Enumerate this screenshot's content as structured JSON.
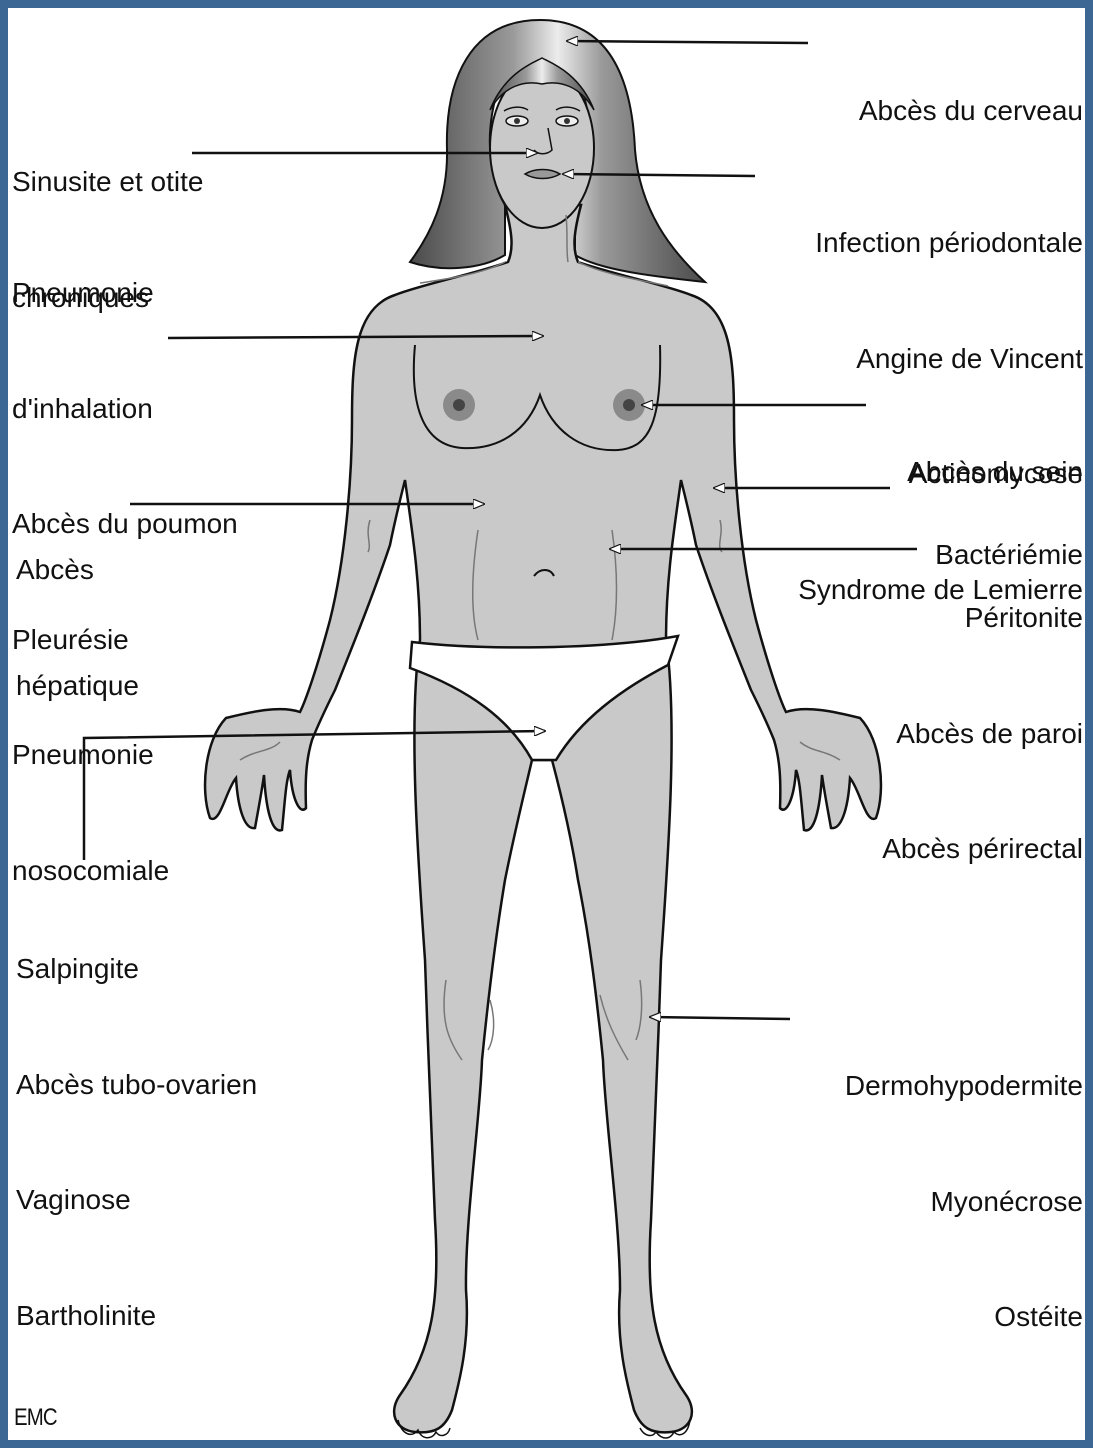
{
  "colors": {
    "frame": "#3c6694",
    "skin": "#c9c9c9",
    "hair_dark": "#555555",
    "hair_light": "#e8e8e8",
    "areola": "#8a8a8a",
    "underwear": "#ffffff",
    "outline": "#111111"
  },
  "labels": {
    "brain": [
      "Abcès du cerveau"
    ],
    "sinus": [
      "Sinusite et otite",
      "chroniques"
    ],
    "mouth": [
      "Infection périodontale",
      "Angine de Vincent",
      "Actinomycose",
      "Syndrome de Lemierre"
    ],
    "lung": [
      "Pneumonie",
      "d'inhalation",
      "Abcès du poumon",
      "Pleurésie",
      "Pneumonie",
      "nosocomiale"
    ],
    "breast": [
      "Abcès du sein"
    ],
    "blood": [
      "Bactériémie"
    ],
    "liver": [
      "Abcès",
      "hépatique"
    ],
    "abdomen": [
      "Péritonite",
      "Abcès de paroi",
      "Abcès périrectal"
    ],
    "pelvis": [
      "Salpingite",
      "Abcès tubo-ovarien",
      "Vaginose",
      "Bartholinite"
    ],
    "leg": [
      "Dermohypodermite",
      "Myonécrose",
      "Ostéite"
    ]
  },
  "logo_text": "EMC"
}
